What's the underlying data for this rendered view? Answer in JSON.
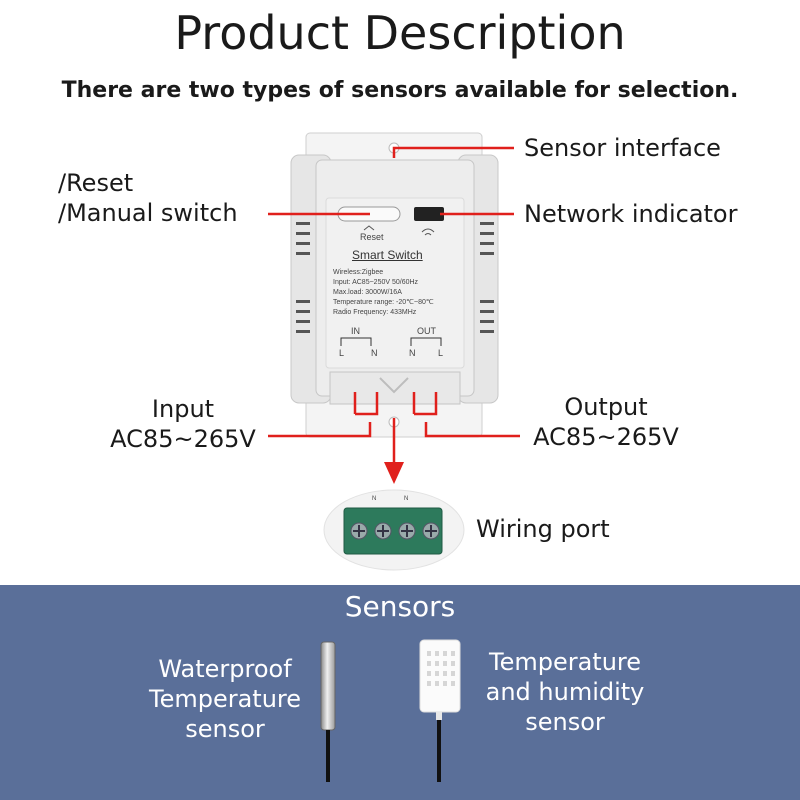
{
  "header": {
    "title": "Product Description",
    "subtitle": "There are two types of sensors available for selection."
  },
  "callouts": {
    "reset_line1": "/Reset",
    "reset_line2": "/Manual switch",
    "sensor_interface": "Sensor interface",
    "network_indicator": "Network indicator",
    "input_line1": "Input",
    "input_line2": "AC85~265V",
    "output_line1": "Output",
    "output_line2": "AC85~265V",
    "wiring_port": "Wiring port"
  },
  "device": {
    "reset_label": "Reset",
    "name": "Smart Switch",
    "specs": [
      "Wireless:Zigbee",
      "Input: AC85~250V 50/60Hz",
      "Max.load: 3000W/16A",
      "Temperature range: -20℃~80℃",
      "Radio Frequency: 433MHz"
    ],
    "in_label": "IN",
    "out_label": "OUT",
    "in_terms": [
      "L",
      "N"
    ],
    "out_terms": [
      "N",
      "L"
    ],
    "port_terms": [
      "N",
      "N"
    ]
  },
  "sensors": {
    "title": "Sensors",
    "waterproof_line1": "Waterproof",
    "waterproof_line2": "Temperature",
    "waterproof_line3": "sensor",
    "th_line1": "Temperature",
    "th_line2": "and humidity",
    "th_line3": "sensor"
  },
  "colors": {
    "accent_red": "#e0201c",
    "panel_blue": "#5a6f99",
    "device_body": "#ececec",
    "terminal_green": "#2d7a5c"
  }
}
